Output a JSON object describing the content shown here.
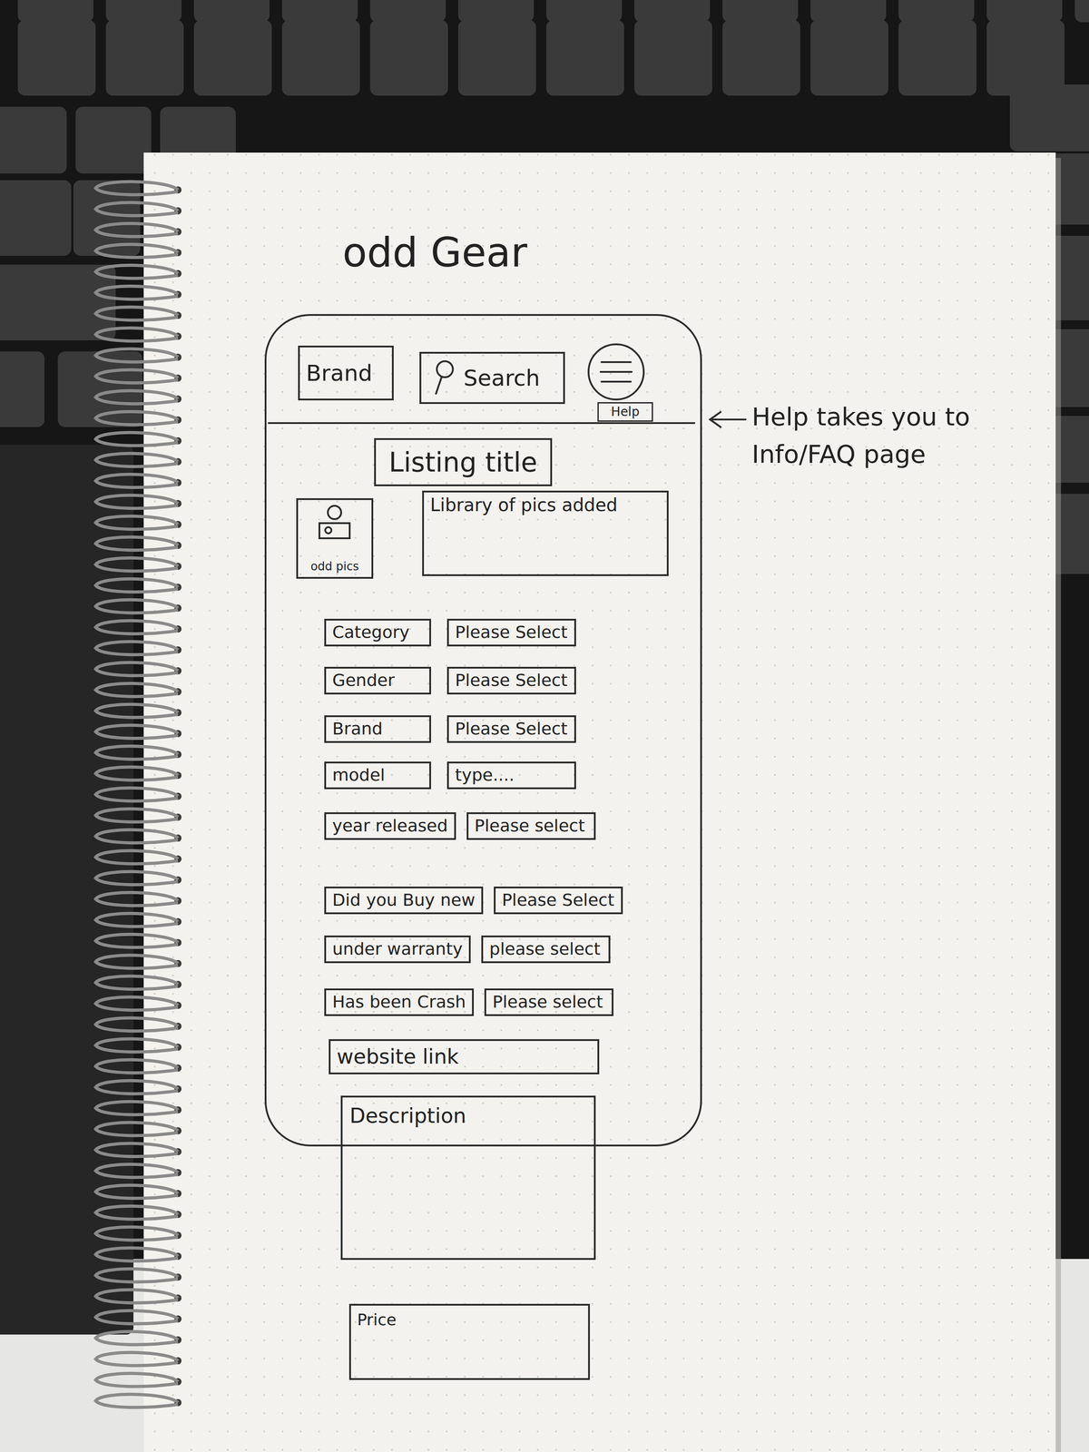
{
  "diagram": {
    "title": "odd Gear",
    "nodes": [
      {
        "text": [
          "Brand"
        ]
      },
      {
        "text": [
          "Search"
        ]
      },
      {
        "text": [
          "Help"
        ]
      },
      {
        "text": [
          "Listing title"
        ]
      },
      {
        "text": [
          "odd pics"
        ]
      },
      {
        "text": [
          "Library of pics added"
        ]
      },
      {
        "text": [
          "Category"
        ]
      },
      {
        "text": [
          "Please Select"
        ]
      },
      {
        "text": [
          "Gender"
        ]
      },
      {
        "text": [
          "Please Select"
        ]
      },
      {
        "text": [
          "Brand"
        ]
      },
      {
        "text": [
          "Please Select"
        ]
      },
      {
        "text": [
          "model"
        ]
      },
      {
        "text": [
          "type...."
        ]
      },
      {
        "text": [
          "year released"
        ]
      },
      {
        "text": [
          "Please select"
        ]
      },
      {
        "text": [
          "Did you Buy new"
        ]
      },
      {
        "text": [
          "Please Select"
        ]
      },
      {
        "text": [
          "under warranty"
        ]
      },
      {
        "text": [
          "please select"
        ]
      },
      {
        "text": [
          "Has been Crash"
        ]
      },
      {
        "text": [
          "Please select"
        ]
      },
      {
        "text": [
          "website link"
        ]
      },
      {
        "text": [
          "Description"
        ]
      },
      {
        "text": [
          "Price"
        ]
      }
    ],
    "labels": [
      "Help takes you to Info/FAQ page"
    ]
  }
}
